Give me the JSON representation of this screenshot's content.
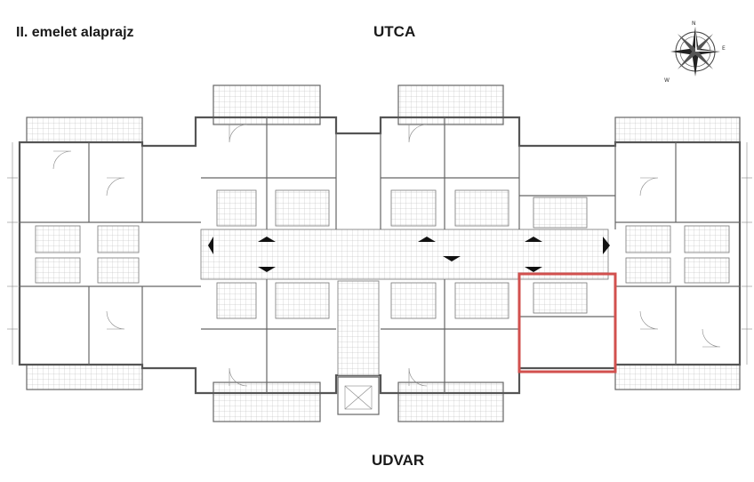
{
  "header": {
    "title": "II. emelet alaprajz",
    "street_label": "UTCA",
    "yard_label": "UDVAR"
  },
  "compass": {
    "icon": "compass-rose-icon"
  },
  "plan": {
    "highlight_color": "#d2504e",
    "line_color": "#555555"
  }
}
